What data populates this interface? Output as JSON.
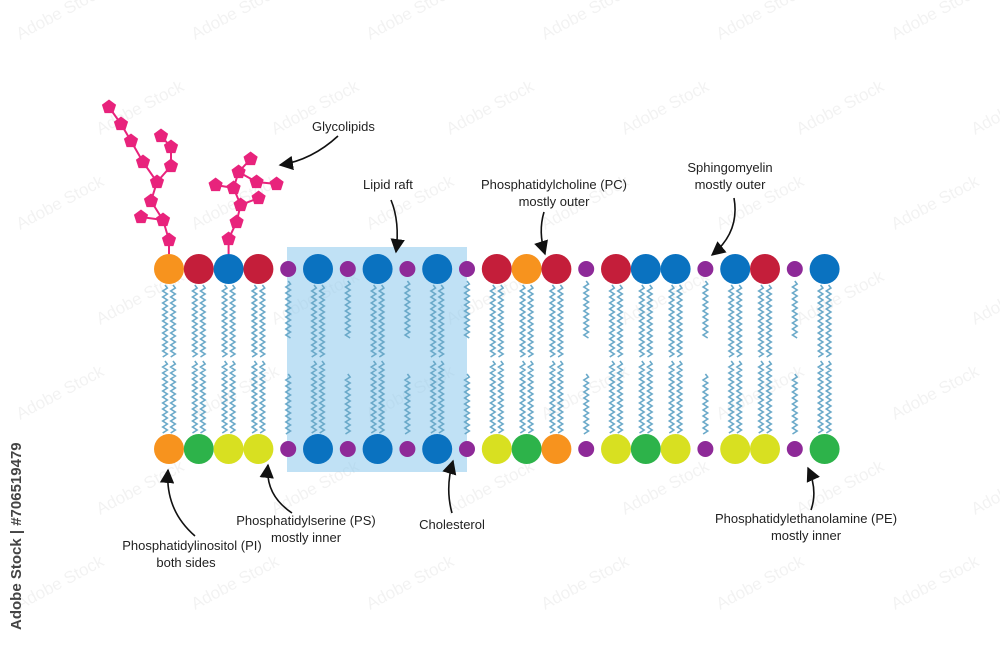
{
  "labels": {
    "glycolipids": "Glycolipids",
    "lipid_raft": "Lipid raft",
    "pc_line1": "Phosphatidylcholine (PC)",
    "pc_line2": "mostly outer",
    "sm_line1": "Sphingomyelin",
    "sm_line2": "mostly outer",
    "pi_line1": "Phosphatidylinositol (PI)",
    "pi_line2": "both sides",
    "ps_line1": "Phosphatidylserine (PS)",
    "ps_line2": "mostly inner",
    "cholesterol": "Cholesterol",
    "pe_line1": "Phosphatidylethanolamine (PE)",
    "pe_line2": "mostly inner"
  },
  "watermark": {
    "side_text": "Adobe Stock | #706519479",
    "tile_text": "Adobe Stock"
  },
  "colors": {
    "pc": "#c41e3a",
    "sm": "#0a72c0",
    "pi": "#f7931e",
    "ps": "#d8e021",
    "pe": "#2db34a",
    "cholesterol": "#8e2a98",
    "glycolipid": "#e8237c",
    "tail": "#6aa9c9",
    "raft": "#8cc8ec"
  },
  "outer_leaflet": [
    "pi",
    "pc",
    "sm",
    "pc",
    "chol",
    "sm",
    "chol",
    "sm",
    "chol",
    "sm",
    "chol",
    "pc",
    "pi",
    "pc",
    "chol",
    "pc",
    "sm",
    "sm",
    "chol",
    "sm",
    "pc",
    "chol",
    "sm"
  ],
  "inner_leaflet": [
    "pi",
    "pe",
    "ps",
    "ps",
    "chol",
    "sm",
    "chol",
    "sm",
    "chol",
    "sm",
    "chol",
    "ps",
    "pe",
    "pi",
    "chol",
    "ps",
    "pe",
    "ps",
    "chol",
    "ps",
    "ps",
    "chol",
    "pe"
  ]
}
